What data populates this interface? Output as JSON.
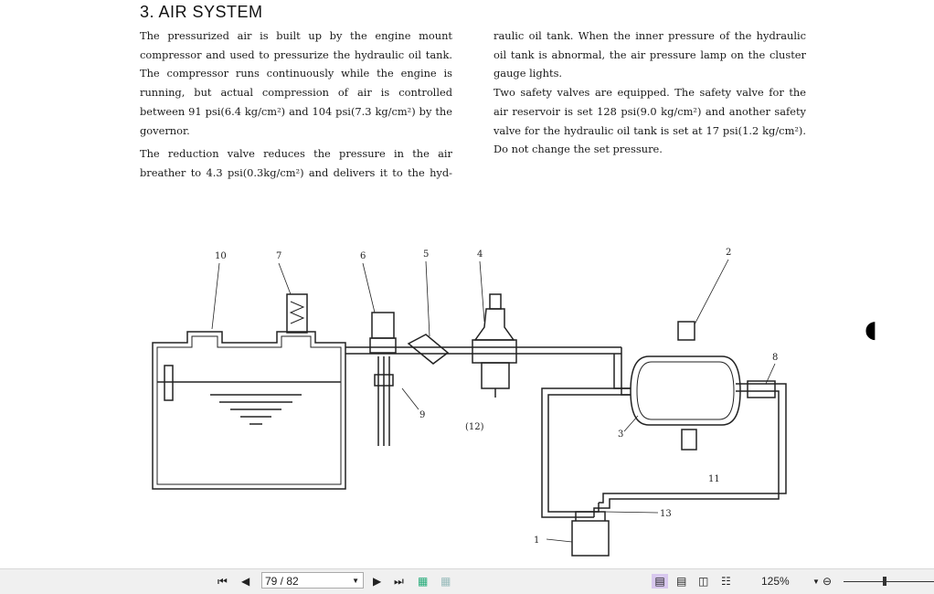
{
  "heading": "3.  AIR SYSTEM",
  "col1": [
    "The pressurized air is built up by the engine mount",
    "compressor and used to pressurize the hydraulic oil tank.",
    "The compressor runs continuously while the engine is",
    "running, but actual compression of air is controlled",
    "between 91 psi(6.4 kg/cm²) and 104 psi(7.3 kg/cm²) by the",
    "governor.",
    "The reduction valve reduces the pressure in the air",
    "breather to 4.3 psi(0.3kg/cm²) and delivers it to the hyd-"
  ],
  "col2": [
    "raulic oil tank. When the inner pressure of the hydraulic",
    "oil tank is abnormal, the air pressure lamp on the cluster",
    "gauge lights.",
    "Two safety valves are equipped. The safety valve for the",
    "air reservoir is set 128 psi(9.0 kg/cm²) and another safety",
    "valve for the hydraulic oil tank is set at 17 psi(1.2 kg/cm²).",
    "Do not change the set pressure."
  ],
  "diagram_labels": {
    "l10": "10",
    "l7": "7",
    "l6": "6",
    "l5": "5",
    "l4": "4",
    "l2": "2",
    "l8": "8",
    "l9": "9",
    "l12": "(12)",
    "l3": "3",
    "l11": "11",
    "l13": "13",
    "l1": "1"
  },
  "toolbar": {
    "page": "79 / 82",
    "zoom": "125%",
    "zoom_slider": 0.6
  }
}
